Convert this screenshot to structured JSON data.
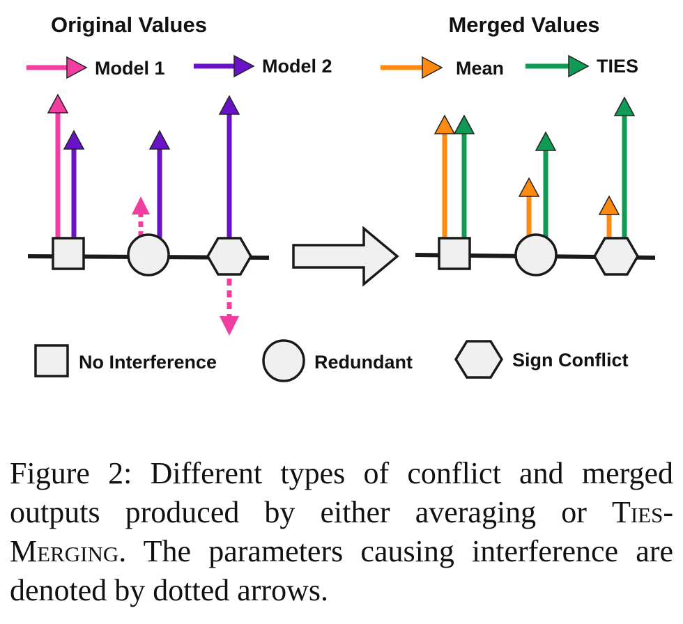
{
  "titles": {
    "original": "Original Values",
    "merged": "Merged Values"
  },
  "legend_top": {
    "model1": "Model 1",
    "model2": "Model 2",
    "mean": "Mean",
    "ties": "TIES"
  },
  "legend_bottom": {
    "square": "No Interference",
    "circle": "Redundant",
    "hexagon": "Sign Conflict"
  },
  "caption": {
    "part1": "Figure 2:   Different types of conflict and merged outputs produced by either averaging or ",
    "ties": "Ties",
    "dash": "-",
    "merging": "Merging",
    "part2": ". The parameters causing interference are denoted by dotted arrows."
  },
  "colors": {
    "model1": "#f03fa0",
    "model2": "#6a12c8",
    "mean": "#ff8a12",
    "ties": "#119a55",
    "shape_fill": "#f0f0f0"
  }
}
